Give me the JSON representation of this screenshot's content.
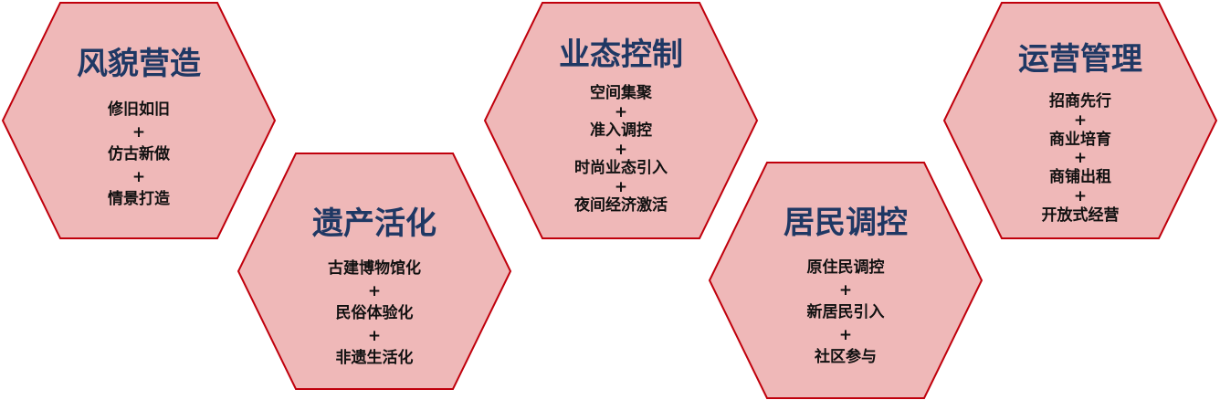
{
  "colors": {
    "hex_fill": "#efb8b8",
    "hex_stroke": "#c0000c",
    "title": "#1f3864",
    "text": "#111111"
  },
  "hexagons": [
    {
      "title": "风貌营造",
      "items": [
        "修旧如旧",
        "+",
        "仿古新做",
        "+",
        "情景打造"
      ]
    },
    {
      "title": "遗产活化",
      "items": [
        "古建博物馆化",
        "+",
        "民俗体验化",
        "+",
        "非遗生活化"
      ]
    },
    {
      "title": "业态控制",
      "items": [
        "空间集聚",
        "+",
        "准入调控",
        "+",
        "时尚业态引入",
        "+",
        "夜间经济激活"
      ]
    },
    {
      "title": "居民调控",
      "items": [
        "原住民调控",
        "+",
        "新居民引入",
        "+",
        "社区参与"
      ]
    },
    {
      "title": "运营管理",
      "items": [
        "招商先行",
        "+",
        "商业培育",
        "+",
        "商铺出租",
        "+",
        "开放式经营"
      ]
    }
  ]
}
